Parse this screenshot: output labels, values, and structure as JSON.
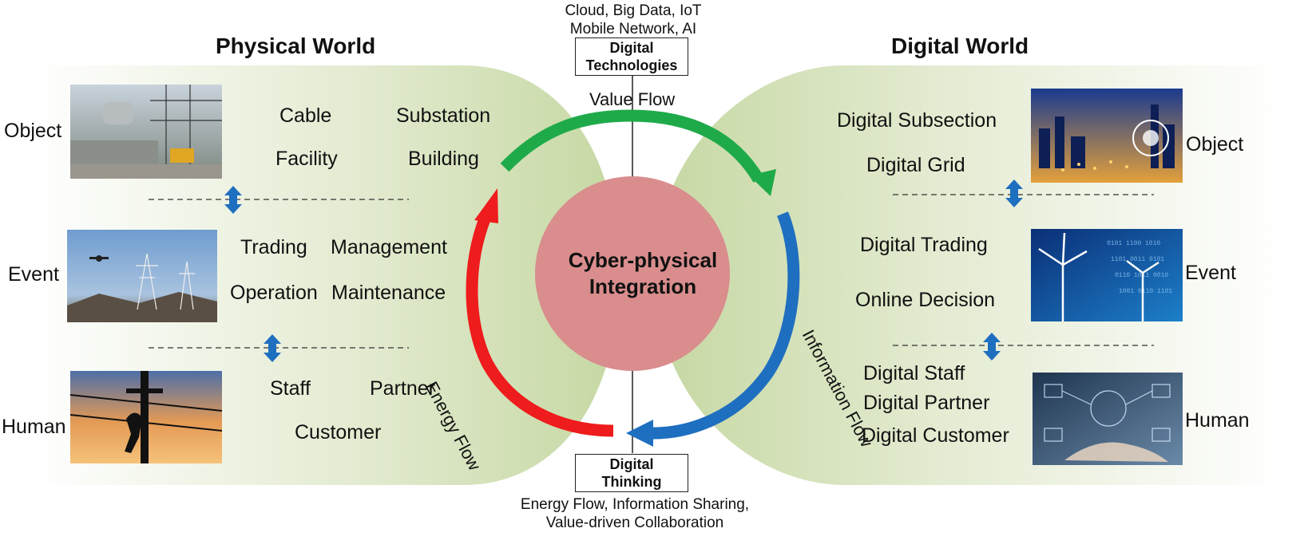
{
  "physical": {
    "title": "Physical World",
    "rows": [
      {
        "label": "Object",
        "items": [
          "Cable",
          "Substation",
          "Facility",
          "Building"
        ]
      },
      {
        "label": "Event",
        "items": [
          "Trading",
          "Management",
          "Operation",
          "Maintenance"
        ]
      },
      {
        "label": "Human",
        "items": [
          "Staff",
          "Partner",
          "Customer"
        ]
      }
    ]
  },
  "digital": {
    "title": "Digital World",
    "rows": [
      {
        "label": "Object",
        "items": [
          "Digital Subsection",
          "Digital Grid"
        ]
      },
      {
        "label": "Event",
        "items": [
          "Digital Trading",
          "Online Decision"
        ]
      },
      {
        "label": "Human",
        "items": [
          "Digital Staff",
          "Digital Partner",
          "Digital Customer"
        ]
      }
    ]
  },
  "top": {
    "line1": "Cloud, Big Data, IoT",
    "line2": "Mobile Network, AI",
    "box_line1": "Digital",
    "box_line2": "Technologies"
  },
  "bottom": {
    "box_line1": "Digital",
    "box_line2": "Thinking",
    "line1": "Energy Flow, Information Sharing,",
    "line2": "Value-driven Collaboration"
  },
  "center": {
    "line1": "Cyber-physical",
    "line2": "Integration"
  },
  "flows": {
    "value": "Value Flow",
    "energy": "Energy Flow",
    "information": "Information Flow",
    "colors": {
      "value": "#1faa4a",
      "energy": "#ee1c1c",
      "information": "#1f6fc0"
    }
  },
  "colors": {
    "panel": "#c6d8a3",
    "circle": "#d98d8d",
    "double_arrow": "#1f6fc0"
  }
}
